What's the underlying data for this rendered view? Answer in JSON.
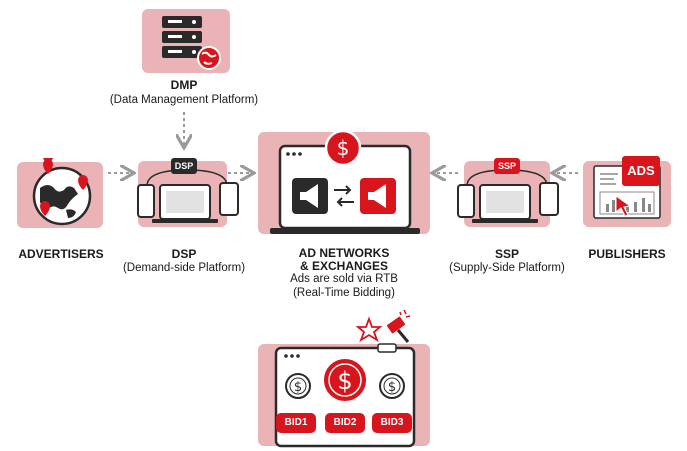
{
  "dmp": {
    "title": "DMP",
    "subtitle": "(Data Management Platform)"
  },
  "advertisers": {
    "title": "ADVERTISERS"
  },
  "dsp": {
    "tag": "DSP",
    "title": "DSP",
    "subtitle": "(Demand-side Platform)"
  },
  "center": {
    "title_line1": "AD NETWORKS",
    "title_line2": "& EXCHANGES",
    "sub_line1": "Ads are sold via RTB",
    "sub_line2": "(Real-Time Bidding)"
  },
  "ssp": {
    "tag": "SSP",
    "title": "SSP",
    "subtitle": "(Supply-Side Platform)"
  },
  "publishers": {
    "title": "PUBLISHERS",
    "ads_badge": "ADS"
  },
  "bids": {
    "bid1": "BID1",
    "bid2": "BID2",
    "bid3": "BID3"
  },
  "colors": {
    "accent": "#d8151d",
    "tile": "#eab3b5",
    "dark": "#2a2a2a",
    "arrow": "#9a9a9a"
  },
  "icons": [
    "server-icon",
    "globe-icon",
    "laptop-icon",
    "phone-icon",
    "dollar-icon",
    "megaphone-icon",
    "gavel-icon",
    "star-icon",
    "ads-chart-icon",
    "cursor-icon"
  ]
}
